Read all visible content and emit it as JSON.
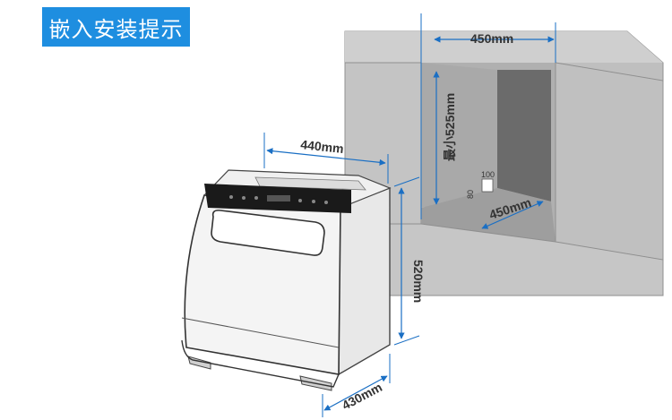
{
  "title": "嵌入安装提示",
  "colors": {
    "banner": "#1e8ee0",
    "cabinet_top": "#bcbcbc",
    "cabinet_front": "#c9c9c9",
    "cabinet_inner": "#b3b3b3",
    "cabinet_back": "#6d6d6d",
    "dim_line": "#1a6fc4"
  },
  "dimensions": {
    "cabinet_width": "450mm",
    "cabinet_min_height": "最小525mm",
    "cabinet_depth": "450mm",
    "cutout_width": "100",
    "cutout_height": "80",
    "appliance_width": "440mm",
    "appliance_height": "520mm",
    "appliance_depth": "430mm"
  }
}
